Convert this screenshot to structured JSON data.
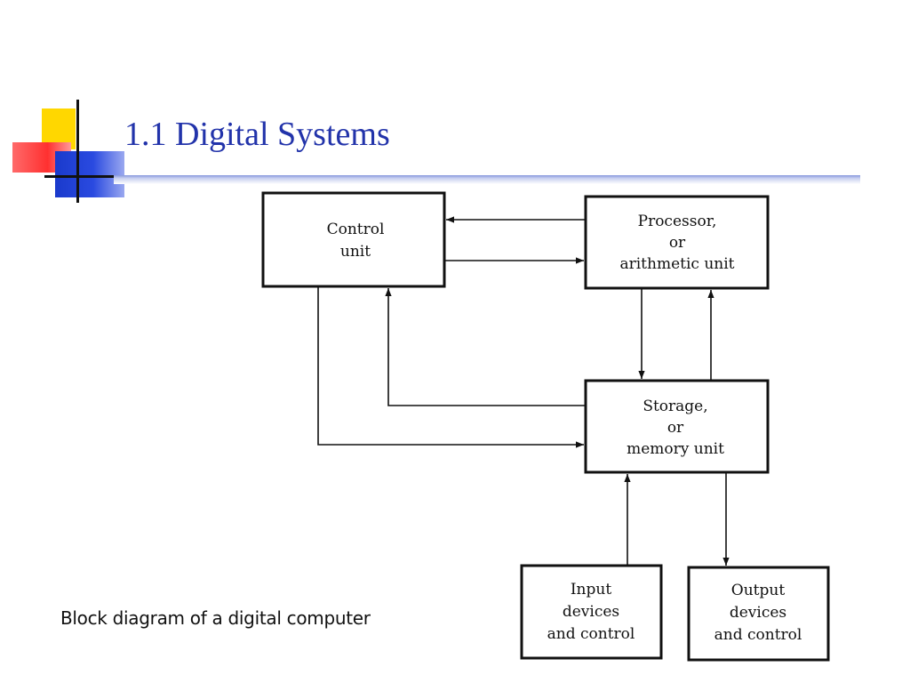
{
  "slide": {
    "title": "1.1 Digital Systems",
    "caption": "Block diagram of a digital computer"
  },
  "diagram": {
    "nodes": {
      "control_unit": {
        "lines": [
          "Control",
          "unit"
        ]
      },
      "processor": {
        "lines": [
          "Processor,",
          "or",
          "arithmetic unit"
        ]
      },
      "storage": {
        "lines": [
          "Storage,",
          "or",
          "memory unit"
        ]
      },
      "input": {
        "lines": [
          "Input",
          "devices",
          "and control"
        ]
      },
      "output": {
        "lines": [
          "Output",
          "devices",
          "and control"
        ]
      }
    },
    "edges": [
      {
        "from": "processor",
        "to": "control_unit"
      },
      {
        "from": "control_unit",
        "to": "processor"
      },
      {
        "from": "processor",
        "to": "storage"
      },
      {
        "from": "storage",
        "to": "processor"
      },
      {
        "from": "storage",
        "to": "control_unit"
      },
      {
        "from": "control_unit",
        "to": "storage"
      },
      {
        "from": "input",
        "to": "storage"
      },
      {
        "from": "storage",
        "to": "output"
      }
    ],
    "colors": {
      "ink": "#111111",
      "title": "#2233aa"
    }
  }
}
